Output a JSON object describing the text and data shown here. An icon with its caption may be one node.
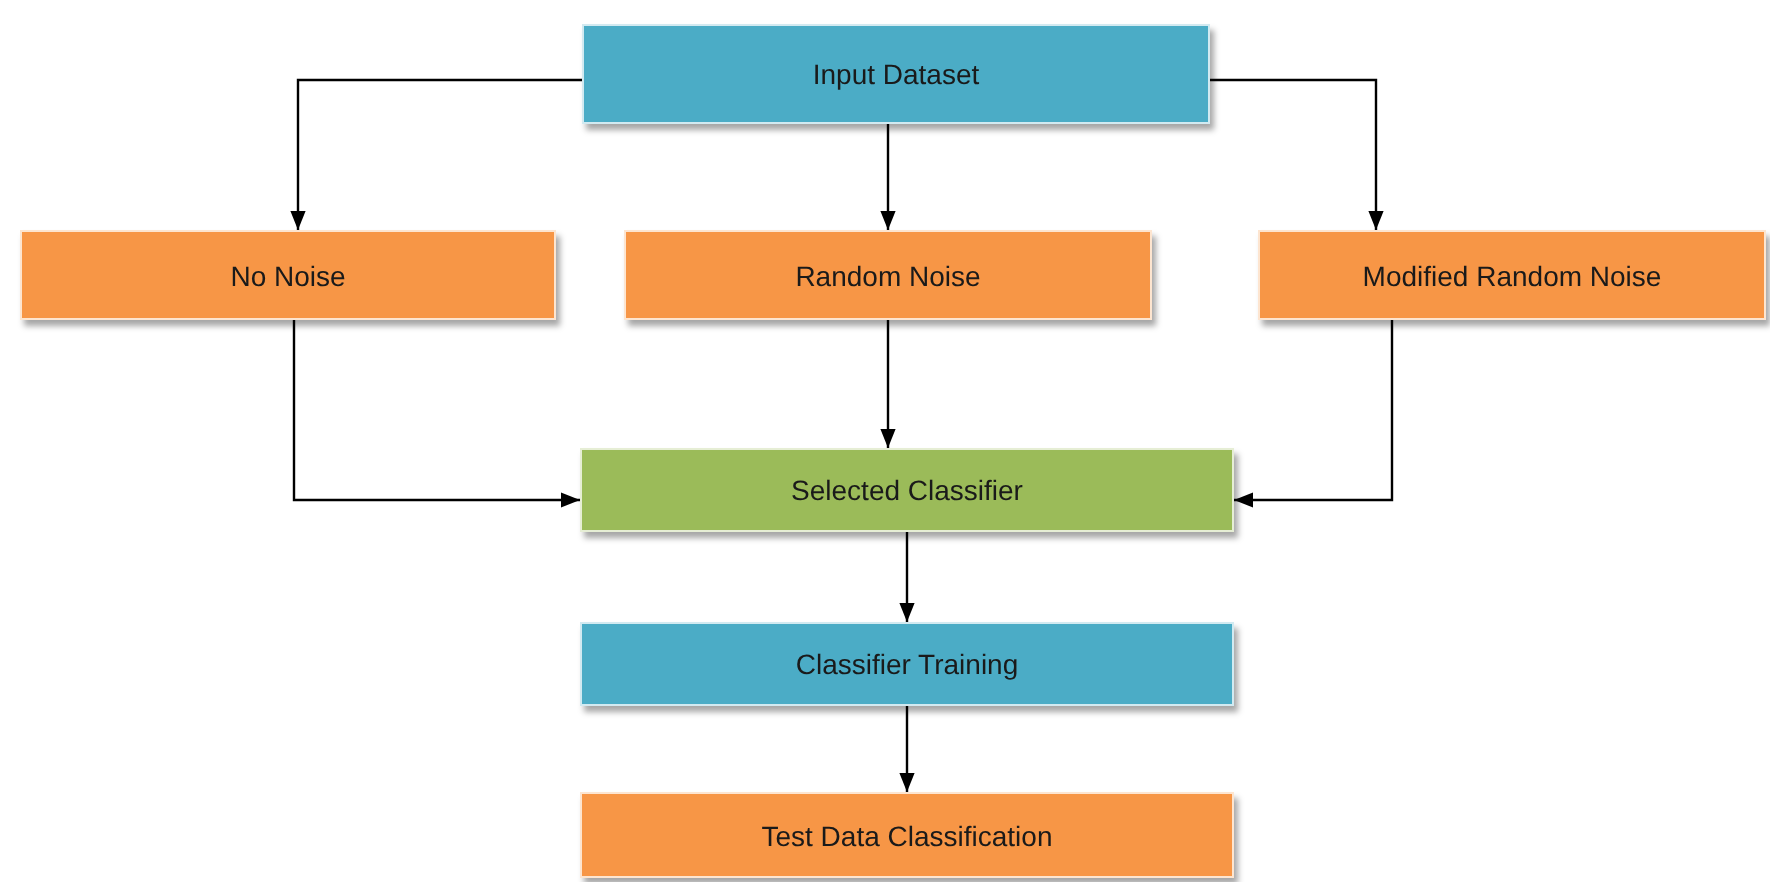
{
  "diagram": {
    "nodes": [
      {
        "text": [
          "Input Dataset"
        ]
      },
      {
        "text": [
          "No Noise"
        ]
      },
      {
        "text": [
          "Random Noise"
        ]
      },
      {
        "text": [
          "Modified Random Noise"
        ]
      },
      {
        "text": [
          "Selected Classifier"
        ]
      },
      {
        "text": [
          "Classifier Training"
        ]
      },
      {
        "text": [
          "Test Data Classification"
        ]
      }
    ],
    "edges": [
      {
        "from": 0,
        "to": 1,
        "arrow": "to"
      },
      {
        "from": 0,
        "to": 2,
        "arrow": "to"
      },
      {
        "from": 0,
        "to": 3,
        "arrow": "to"
      },
      {
        "from": 1,
        "to": 4,
        "arrow": "to"
      },
      {
        "from": 2,
        "to": 4,
        "arrow": "to"
      },
      {
        "from": 3,
        "to": 4,
        "arrow": "to"
      },
      {
        "from": 4,
        "to": 5,
        "arrow": "to"
      },
      {
        "from": 5,
        "to": 6,
        "arrow": "to"
      }
    ]
  }
}
